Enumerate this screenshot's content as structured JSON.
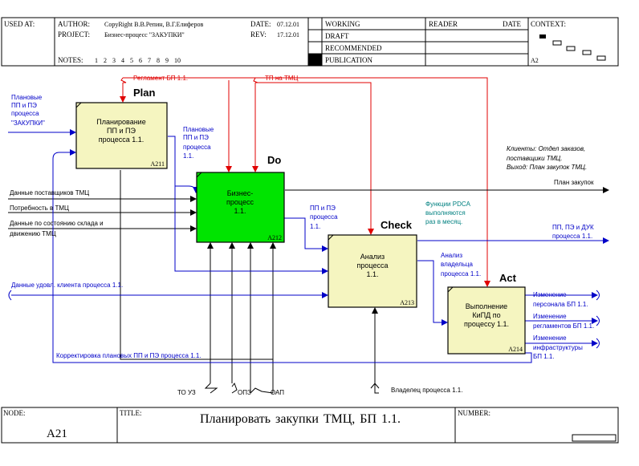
{
  "header": {
    "used_at_label": "USED AT:",
    "author_label": "AUTHOR:",
    "author_value": "CopyRight В.В.Репин, В.Г.Елиферов",
    "project_label": "PROJECT:",
    "project_value": "Бизнес-процесс \"ЗАКУПКИ\"",
    "date_label": "DATE:",
    "date_value": "07.12.01",
    "rev_label": "REV:",
    "rev_value": "17.12.01",
    "notes_label": "NOTES:",
    "notes_numbers": "1 2 3 4 5 6 7 8 9 10",
    "status": [
      "WORKING",
      "DRAFT",
      "RECOMMENDED",
      "PUBLICATION"
    ],
    "reader_label": "READER",
    "reader_date_label": "DATE",
    "context_label": "CONTEXT:",
    "context_node": "A2"
  },
  "footer": {
    "node_label": "NODE:",
    "node_value": "A21",
    "title_label": "TITLE:",
    "title_value": "Планировать закупки ТМЦ, БП 1.1.",
    "number_label": "NUMBER:"
  },
  "activities": [
    {
      "id": "plan",
      "tag": "Plan",
      "name": [
        "Планирование",
        "ПП и ПЭ",
        "процесса 1.1."
      ],
      "node": "A211",
      "color": "#f5f5c0"
    },
    {
      "id": "do",
      "tag": "Do",
      "name": [
        "Бизнес-",
        "процесс",
        "1.1."
      ],
      "node": "A212",
      "color": "#00e400"
    },
    {
      "id": "check",
      "tag": "Check",
      "name": [
        "Анализ",
        "процесса",
        "1.1."
      ],
      "node": "A213",
      "color": "#f5f5c0"
    },
    {
      "id": "act",
      "tag": "Act",
      "name": [
        "Выполнение",
        "КиПД по",
        "процессу 1.1."
      ],
      "node": "A214",
      "color": "#f5f5c0"
    }
  ],
  "arrow_labels": {
    "reglament": "Регламент БП 1.1.",
    "tp_tmc": "ТП на ТМЦ",
    "input_plans": [
      "Плановые",
      "ПП и ПЭ",
      "процесса",
      "\"ЗАКУПКИ\""
    ],
    "plan_output": [
      "Плановые",
      "ПП и ПЭ",
      "процесса",
      "1.1."
    ],
    "supplier_data": "Данные поставщиков ТМЦ",
    "tmc_need": "Потребность в ТМЦ",
    "warehouse_data": [
      "Данные по состоянию склада и",
      "движению ТМЦ"
    ],
    "client_satisfaction": "Данные удовл. клиента процесса 1.1.",
    "do_output": [
      "ПП и ПЭ",
      "процесса",
      "1.1."
    ],
    "owner_analysis": [
      "Анализ",
      "владельца",
      "процесса 1.1."
    ],
    "plan_out": "План закупок",
    "clients_note": [
      "Клиенты: Отдел заказов,",
      "поставщики ТМЦ.",
      "Выход: План закупок ТМЦ."
    ],
    "pdca_note": [
      "Функции PDCA",
      "выполняются",
      "раз в месяц."
    ],
    "pp_pe_duk": [
      "ПП, ПЭ и ДУК",
      "процесса 1.1."
    ],
    "personnel_change": [
      "Изменение",
      "персонала БП 1.1."
    ],
    "reglament_change": [
      "Изменение",
      "регламентов БП 1.1."
    ],
    "infra_change": [
      "Изменение",
      "инфраструктуры",
      "БП 1.1."
    ],
    "correction": "Корректировка плановых ПП и ПЭ процесса 1.1.",
    "to_uz": "ТО УЗ",
    "ops": "ОПЗ",
    "oap": "ОАП",
    "owner": "Владелец процесса 1.1."
  },
  "colors": {
    "line": "#000000",
    "control": "#e00000",
    "flow": "#0000c8",
    "note": "#008080",
    "box_fill": "#f5f5c0",
    "do_fill": "#00e400"
  }
}
